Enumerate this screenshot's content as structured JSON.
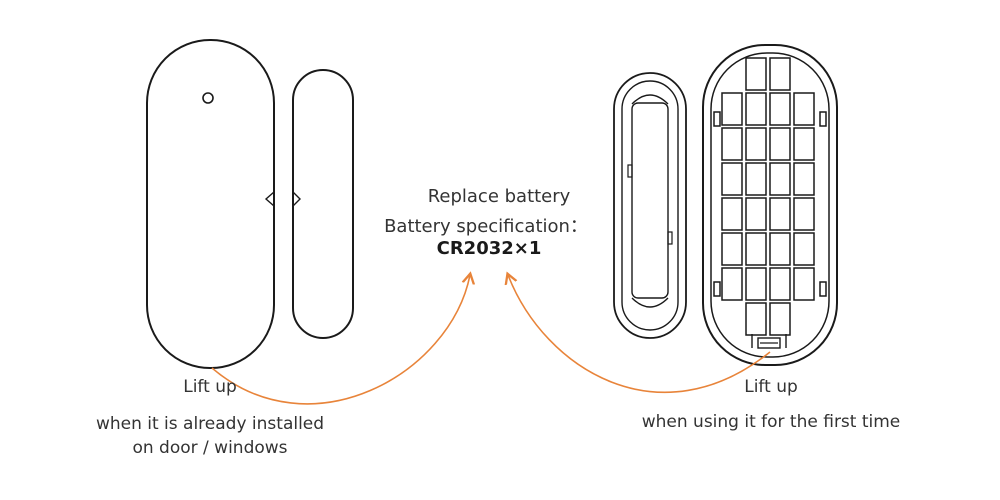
{
  "center": {
    "title": "Replace battery",
    "spec_label": "Battery specification：",
    "spec_value": "CR2032×1"
  },
  "left_caption": {
    "action": "Lift up",
    "line1": "when it is already installed",
    "line2": "on door / windows"
  },
  "right_caption": {
    "action": "Lift up",
    "line1": "when using it for the first time"
  },
  "colors": {
    "outline": "#1a1a1a",
    "arrow": "#e8843a",
    "text": "#333333"
  },
  "icons": [
    "sensor-body-icon",
    "magnet-icon",
    "battery-cover-icon",
    "sensor-back-icon"
  ]
}
